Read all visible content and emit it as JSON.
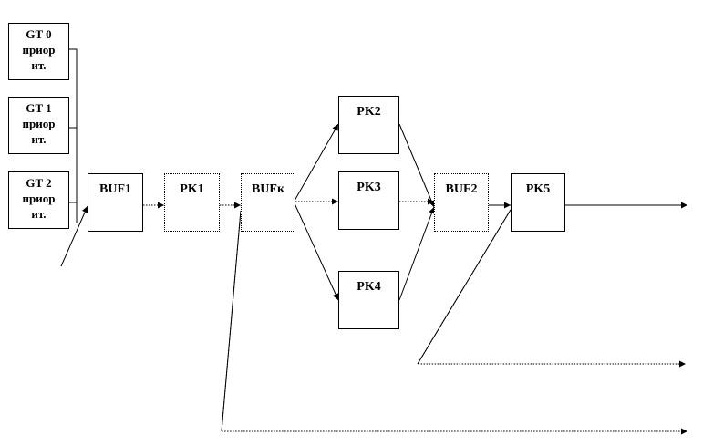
{
  "generators": [
    {
      "label": "GT 0\nприор\nит."
    },
    {
      "label": "GT 1\nприор\nит."
    },
    {
      "label": "GT 2\nприор\nит."
    }
  ],
  "blocks": {
    "buf1": "BUF1",
    "pk1": "PK1",
    "bufk": "BUFк",
    "pk2": "PK2",
    "pk3": "PK3",
    "pk4": "PK4",
    "buf2": "BUF2",
    "pk5": "PK5"
  },
  "colors": {
    "line": "#000000",
    "background": "#ffffff"
  }
}
